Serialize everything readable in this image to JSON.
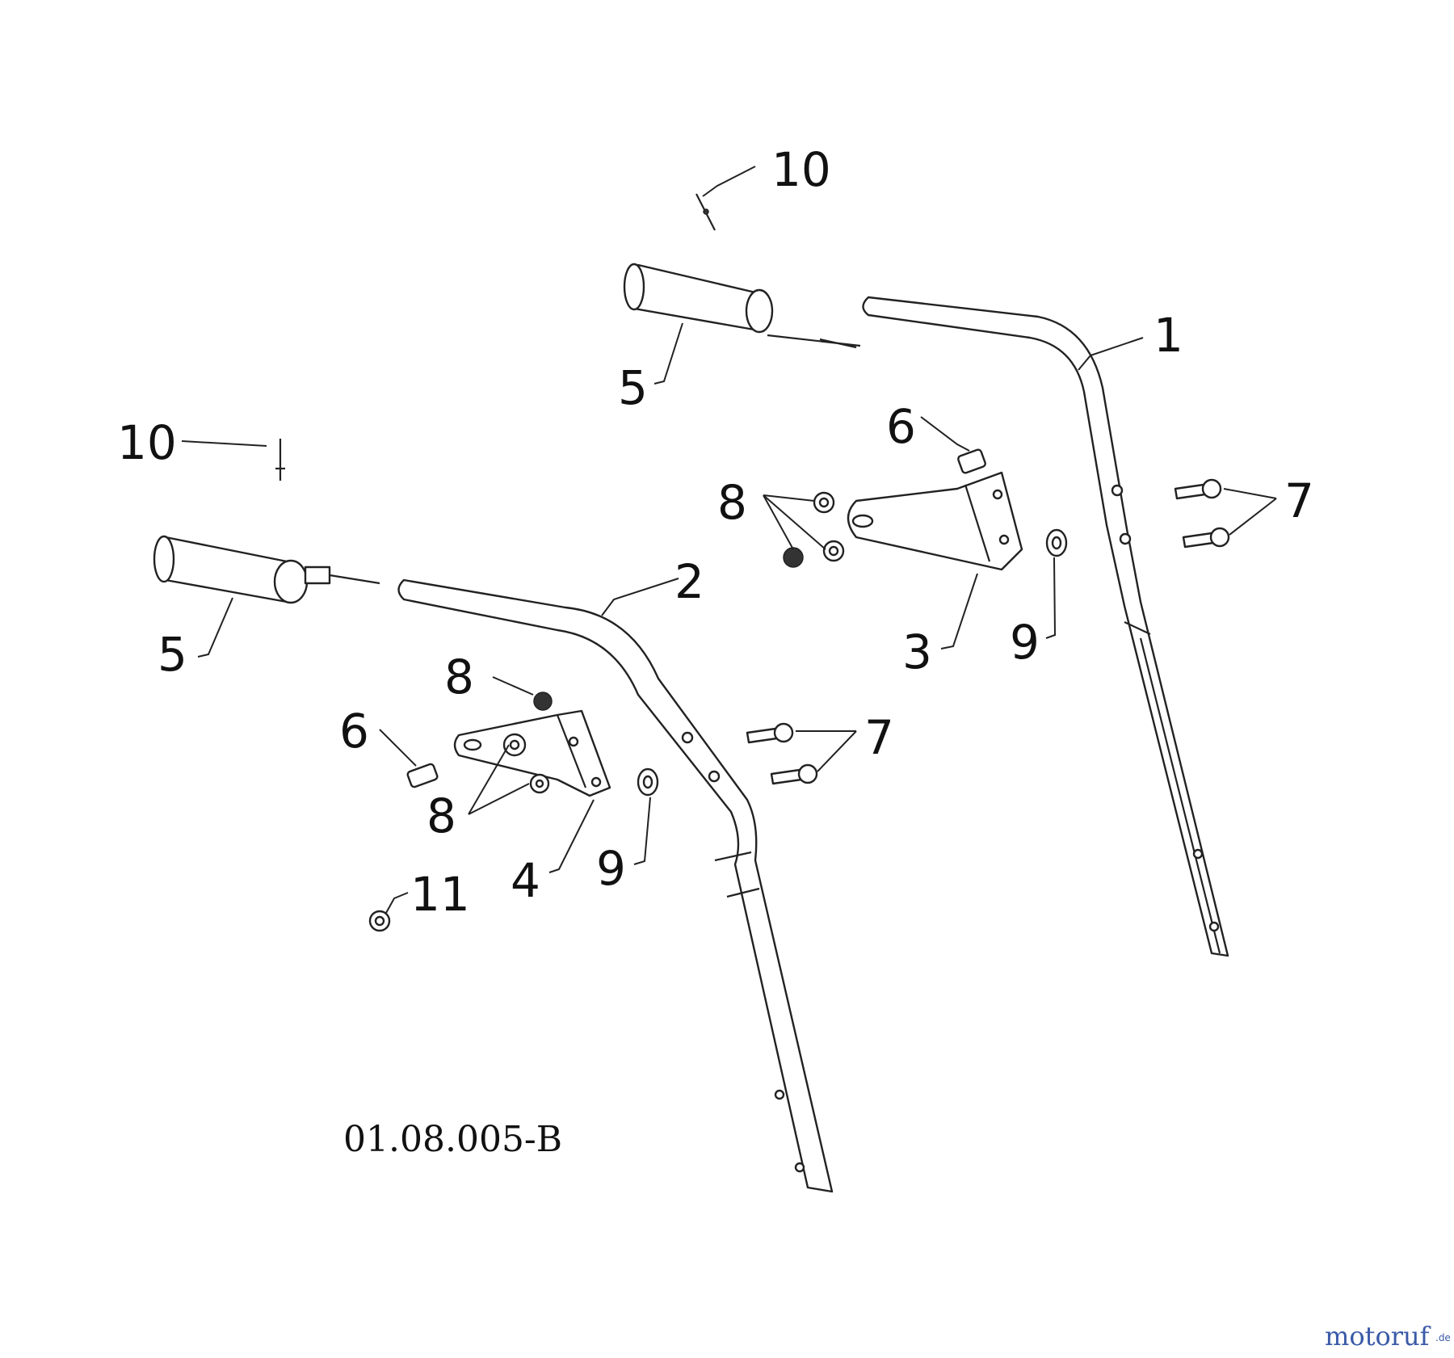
{
  "diagram": {
    "drawing_code": "01.08.005-B",
    "callouts": {
      "c1": "1",
      "c2": "2",
      "c3": "3",
      "c4": "4",
      "c5a": "5",
      "c5b": "5",
      "c6a": "6",
      "c6b": "6",
      "c7a": "7",
      "c7b": "7",
      "c8a": "8",
      "c8b": "8",
      "c8c": "8",
      "c9a": "9",
      "c9b": "9",
      "c10a": "10",
      "c10b": "10",
      "c11": "11"
    }
  },
  "watermark": {
    "text": "motoruf",
    "suffix": ".de"
  },
  "colors": {
    "line": "#222222",
    "watermark_blue": "#3a5aa8",
    "watermark_red": "#c23a2a"
  }
}
